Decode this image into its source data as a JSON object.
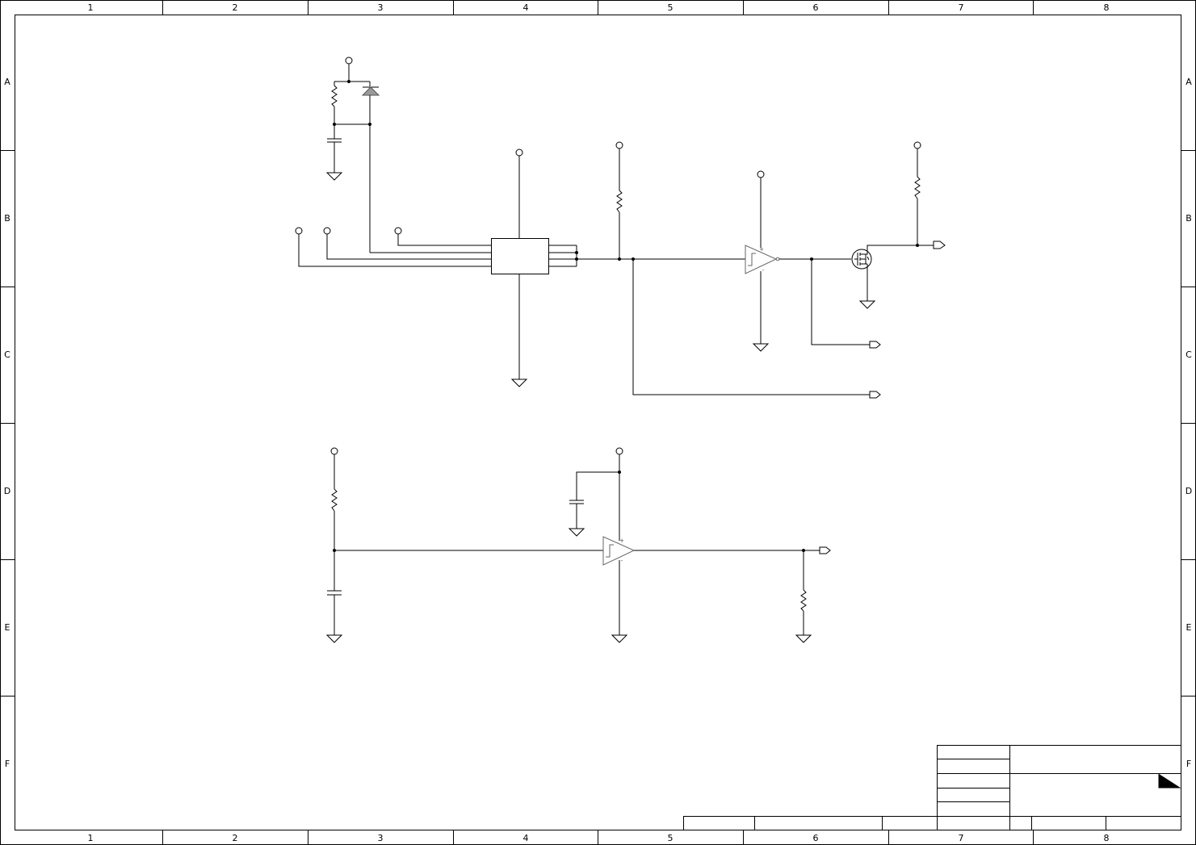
{
  "frame": {
    "columns": [
      "1",
      "2",
      "3",
      "4",
      "5",
      "6",
      "7",
      "8"
    ],
    "rows": [
      "A",
      "B",
      "C",
      "D",
      "E",
      "F"
    ]
  },
  "opamp_pin_labels": {
    "plus": "+",
    "minus": "-"
  }
}
